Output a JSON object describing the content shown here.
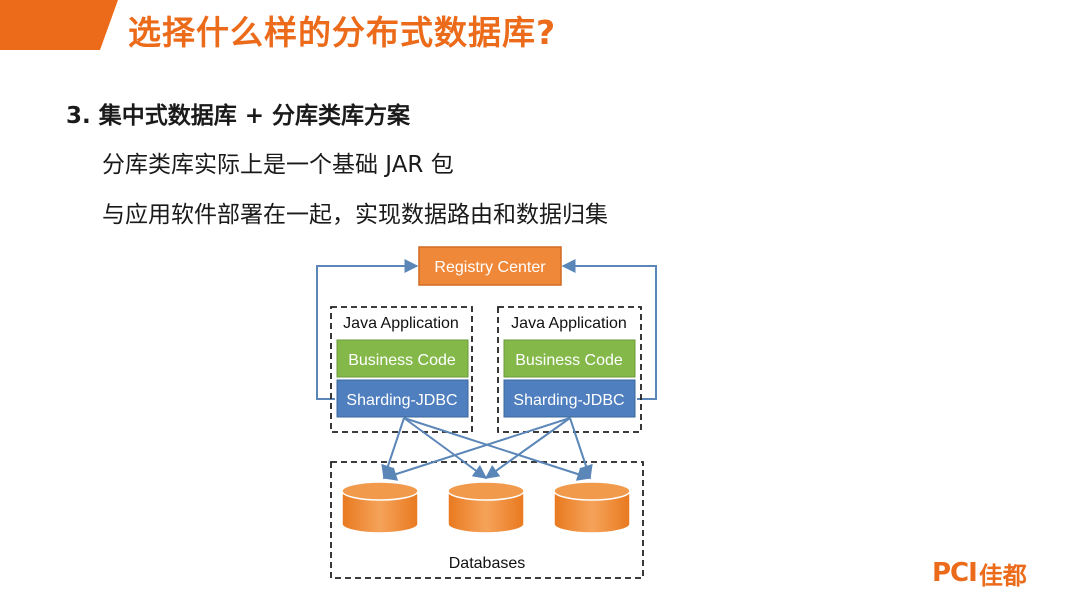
{
  "slide": {
    "title": "选择什么样的分布式数据库?",
    "heading": "3. 集中式数据库 + 分库类库方案",
    "bullets": [
      "分库类库实际上是一个基础 JAR 包",
      "与应用软件部署在一起，实现数据路由和数据归集"
    ]
  },
  "diagram": {
    "registry": "Registry Center",
    "apps": [
      {
        "title": "Java Application",
        "business": "Business Code",
        "sharding": "Sharding-JDBC"
      },
      {
        "title": "Java Application",
        "business": "Business Code",
        "sharding": "Sharding-JDBC"
      }
    ],
    "databases_label": "Databases",
    "database_count": 3
  },
  "logo": {
    "mark": "PCI",
    "text": "佳都"
  },
  "colors": {
    "accent": "#ec6b1a",
    "registry_fill": "#f0883a",
    "business_fill": "#84b94a",
    "sharding_fill": "#4f7fbe",
    "arrow": "#5b86b8",
    "db_fill": "#ef8a30"
  }
}
